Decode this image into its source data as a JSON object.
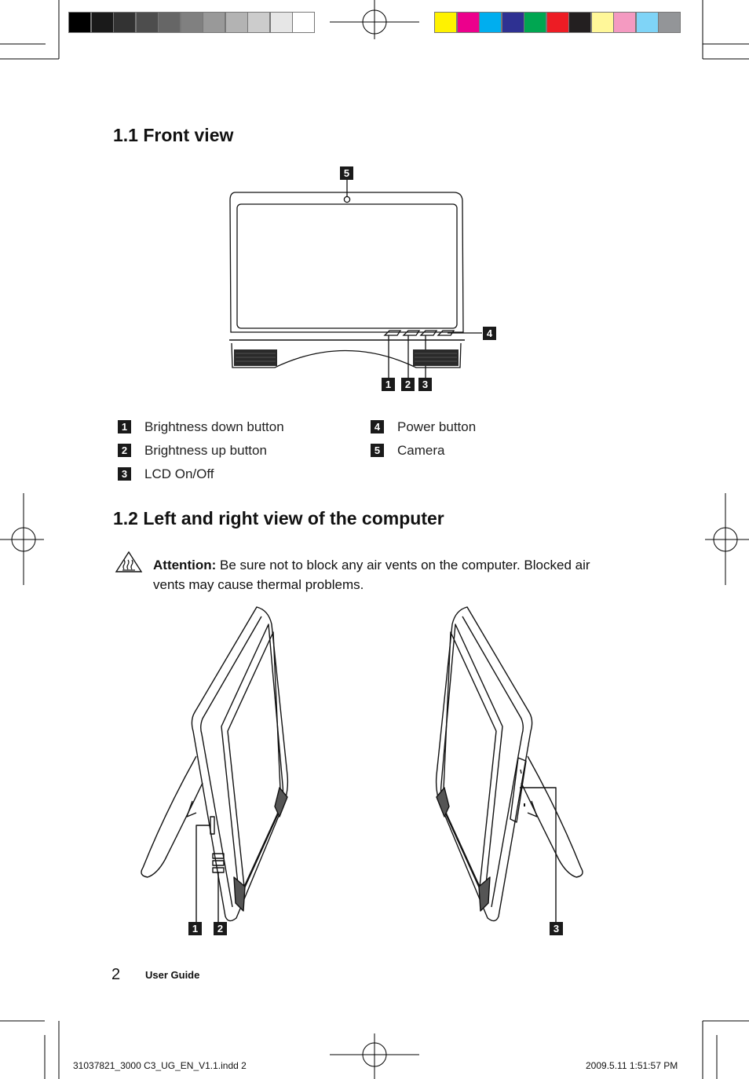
{
  "print_marks": {
    "gray_swatches": [
      "#000000",
      "#1a1a1a",
      "#333333",
      "#4d4d4d",
      "#666666",
      "#808080",
      "#999999",
      "#b3b3b3",
      "#cccccc",
      "#e6e6e6",
      "#ffffff"
    ],
    "color_swatches": [
      "#fff200",
      "#ec008c",
      "#00aeef",
      "#2e3192",
      "#00a651",
      "#ed1c24",
      "#231f20",
      "#fff799",
      "#f49ac1",
      "#7fd4f7",
      "#939598"
    ]
  },
  "section1": {
    "title": "1.1 Front view",
    "callouts": {
      "c1": "1",
      "c2": "2",
      "c3": "3",
      "c4": "4",
      "c5": "5"
    },
    "legend": [
      {
        "num": "1",
        "text": "Brightness down button"
      },
      {
        "num": "2",
        "text": "Brightness up button"
      },
      {
        "num": "3",
        "text": "LCD On/Off"
      },
      {
        "num": "4",
        "text": "Power button"
      },
      {
        "num": "5",
        "text": "Camera"
      }
    ]
  },
  "section2": {
    "title": "1.2 Left and right view of the computer",
    "attention_label": "Attention:",
    "attention_text": " Be sure not to block any air vents on the computer. Blocked air vents may cause thermal problems.",
    "callouts": {
      "c1": "1",
      "c2": "2",
      "c3": "3"
    }
  },
  "footer": {
    "page_number": "2",
    "label": "User Guide"
  },
  "slug": {
    "file": "31037821_3000 C3_UG_EN_V1.1.indd   2",
    "date": "2009.5.11   1:51:57 PM"
  }
}
